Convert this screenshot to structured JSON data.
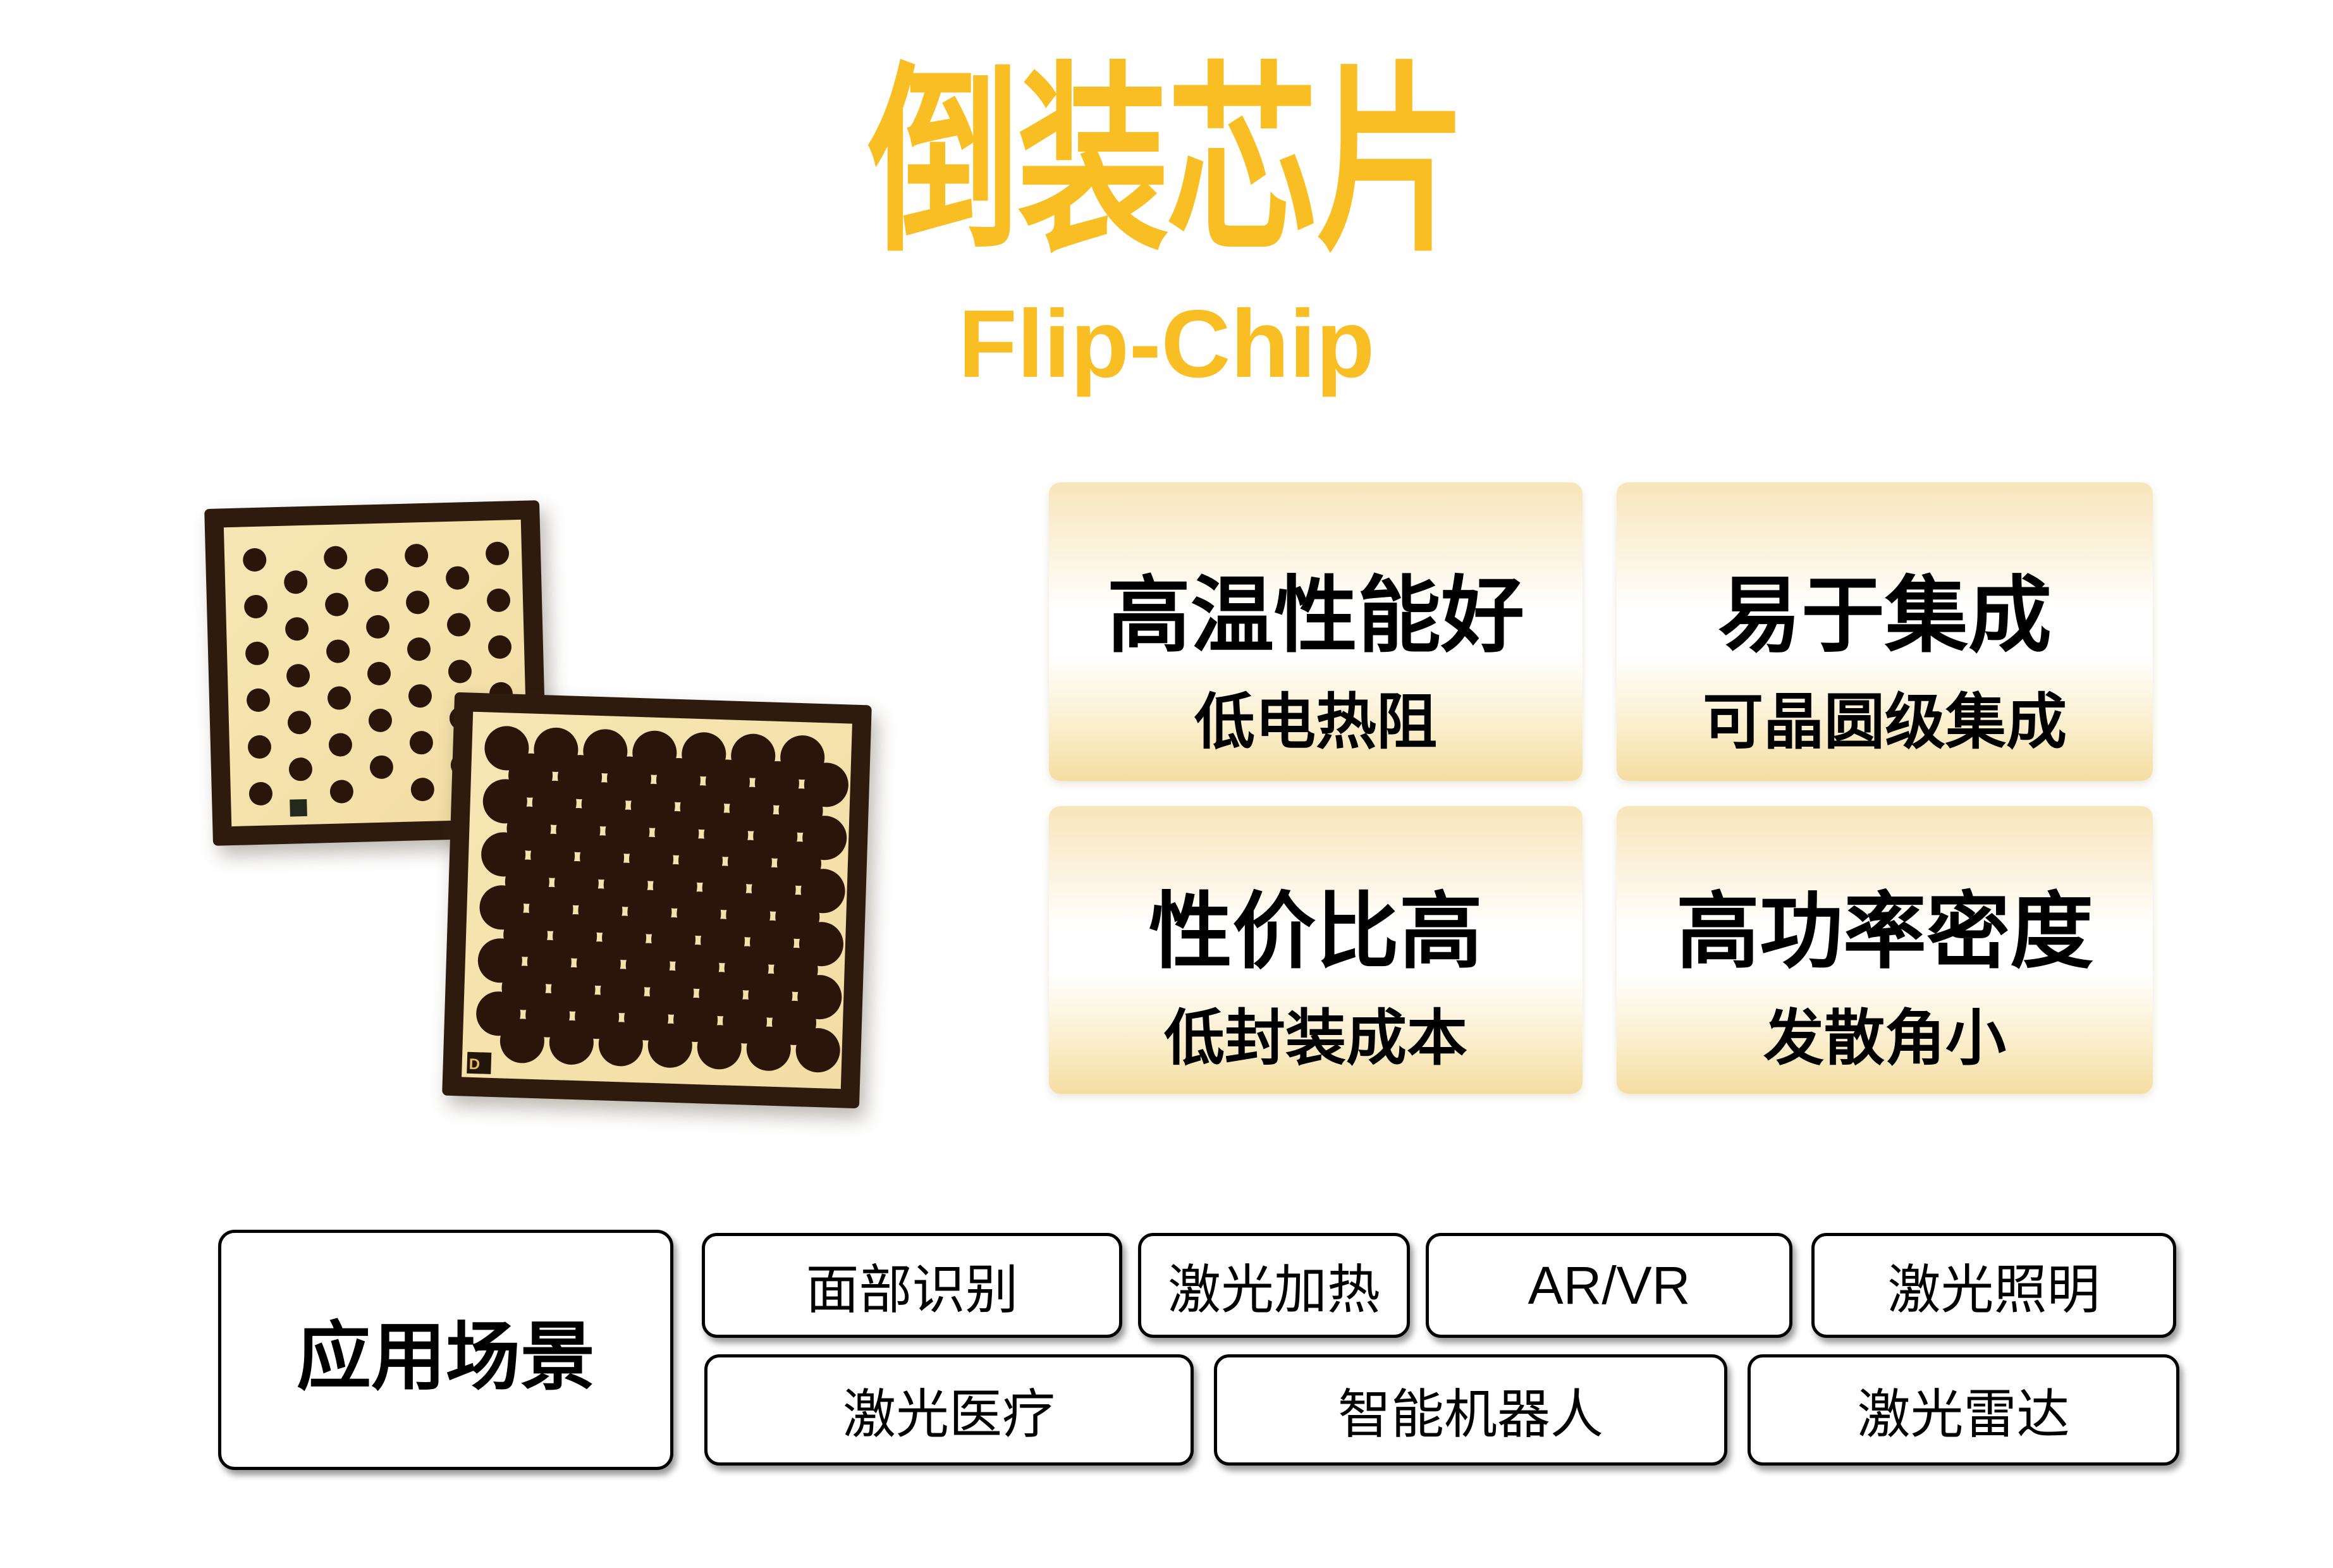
{
  "header": {
    "title": "倒装芯片",
    "subtitle": "Flip-Chip"
  },
  "colors": {
    "accent_gold": "#F9BE23",
    "card_top": "#F8E5BA",
    "card_bottom": "#F5DDA2",
    "chip_border": "#2E1B0E",
    "chip_surface": "#F5E2AC",
    "chip_dot": "#2B150A",
    "text_black": "#000000"
  },
  "feature_cards": [
    {
      "title": "高温性能好",
      "subtitle": "低电热阻"
    },
    {
      "title": "易于集成",
      "subtitle": "可晶圆级集成"
    },
    {
      "title": "性价比高",
      "subtitle": "低封装成本"
    },
    {
      "title": "高功率密度",
      "subtitle": "发散角小"
    }
  ],
  "applications": {
    "label": "应用场景",
    "row1": [
      "面部识别",
      "激光加热",
      "AR/VR",
      "激光照明"
    ],
    "row2": [
      "激光医疗",
      "智能机器人",
      "激光雷达"
    ]
  },
  "chip_images": {
    "front_chip_mark": "D"
  }
}
